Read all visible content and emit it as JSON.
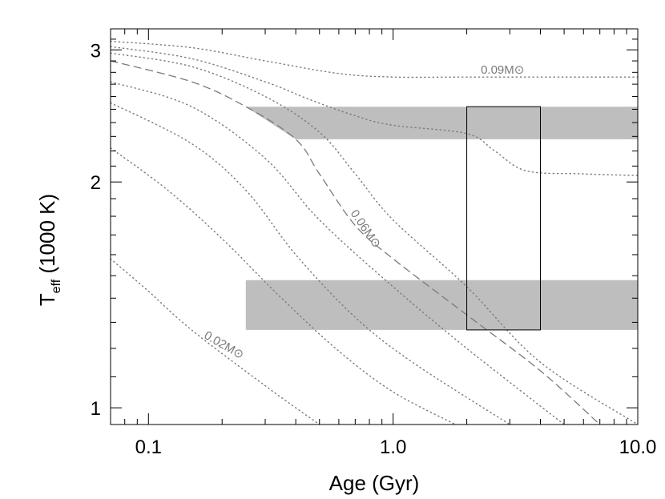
{
  "chart_data": {
    "type": "line",
    "title": "",
    "xlabel": "Age (Gyr)",
    "ylabel_main": "T",
    "ylabel_sub": "eff",
    "ylabel_rest": " (1000 K)",
    "xscale": "log",
    "yscale": "log",
    "xlim": [
      0.07,
      10.0
    ],
    "ylim": [
      0.95,
      3.2
    ],
    "x_tick_labels": [
      {
        "value": 0.1,
        "label": "0.1"
      },
      {
        "value": 1.0,
        "label": "1.0"
      },
      {
        "value": 10.0,
        "label": "10.0"
      }
    ],
    "y_tick_labels": [
      {
        "value": 1,
        "label": "1"
      },
      {
        "value": 2,
        "label": "2"
      },
      {
        "value": 3,
        "label": "3"
      }
    ],
    "grid": false,
    "series": [
      {
        "style": "dotted",
        "x": [
          0.07,
          0.15,
          0.3,
          0.6,
          1.0,
          2.0,
          5.0,
          10.0
        ],
        "y": [
          3.08,
          3.02,
          2.9,
          2.79,
          2.76,
          2.76,
          2.76,
          2.76
        ]
      },
      {
        "style": "dotted",
        "x": [
          0.07,
          0.15,
          0.3,
          0.45,
          0.7,
          1.0,
          2.0,
          2.6,
          3.5,
          6.0,
          10.0
        ],
        "y": [
          3.03,
          2.92,
          2.72,
          2.58,
          2.45,
          2.38,
          2.32,
          2.2,
          2.07,
          2.05,
          2.04
        ]
      },
      {
        "style": "dotted",
        "x": [
          0.07,
          0.15,
          0.3,
          0.5,
          0.7,
          1.0,
          2.0,
          4.0,
          10.0
        ],
        "y": [
          2.97,
          2.85,
          2.6,
          2.33,
          2.05,
          1.78,
          1.45,
          1.15,
          0.95
        ]
      },
      {
        "style": "dashed",
        "name": "0.06M⊙",
        "x": [
          0.07,
          0.15,
          0.25,
          0.4,
          0.5,
          0.7,
          1.0,
          2.0,
          4.0,
          7.0
        ],
        "y": [
          2.9,
          2.72,
          2.52,
          2.28,
          2.05,
          1.75,
          1.58,
          1.33,
          1.12,
          0.95
        ]
      },
      {
        "style": "dotted",
        "x": [
          0.07,
          0.15,
          0.3,
          0.5,
          1.0,
          2.0,
          5.0
        ],
        "y": [
          2.72,
          2.52,
          2.15,
          1.78,
          1.45,
          1.2,
          0.95
        ]
      },
      {
        "style": "dotted",
        "x": [
          0.07,
          0.15,
          0.25,
          0.4,
          0.7,
          1.2,
          3.0
        ],
        "y": [
          2.55,
          2.25,
          1.95,
          1.6,
          1.32,
          1.15,
          0.95
        ]
      },
      {
        "style": "dotted",
        "x": [
          0.07,
          0.12,
          0.2,
          0.35,
          0.6,
          1.0,
          1.8
        ],
        "y": [
          2.22,
          1.95,
          1.68,
          1.4,
          1.19,
          1.05,
          0.95
        ]
      },
      {
        "style": "dotted",
        "name": "0.02M⊙",
        "x": [
          0.07,
          0.1,
          0.15,
          0.3,
          0.5
        ],
        "y": [
          1.58,
          1.43,
          1.27,
          1.07,
          0.95
        ]
      }
    ],
    "annotations": [
      {
        "text": "0.09M⊙",
        "x": 2.8,
        "y": 2.79,
        "angle": 0
      },
      {
        "text": "0.06M⊙",
        "x": 0.75,
        "y": 1.72,
        "angle": 55
      },
      {
        "text": "0.02M⊙",
        "x": 0.2,
        "y": 1.2,
        "angle": 30
      }
    ],
    "shaded_regions": [
      {
        "x": [
          0.25,
          10.0
        ],
        "y_top": 2.52,
        "y_bottom": 2.28,
        "x_bottom_start": 0.4
      },
      {
        "x": [
          0.25,
          10.0
        ],
        "y": [
          1.27,
          1.48
        ]
      }
    ],
    "box": {
      "x": [
        2.0,
        4.0
      ],
      "y": [
        1.27,
        2.52
      ]
    },
    "colors": {
      "band": "#bebebe",
      "curve": "#7a7a7a",
      "box": "#000000"
    }
  }
}
